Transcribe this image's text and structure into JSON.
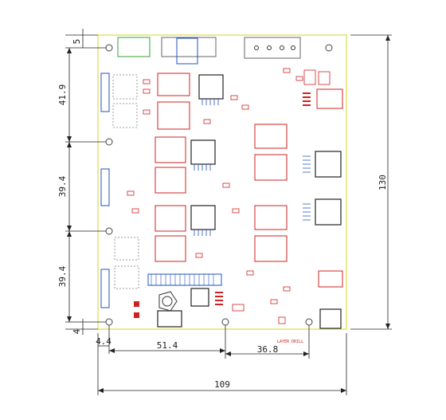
{
  "drawing": {
    "dimensions": {
      "top_offset": "5",
      "left_upper": "41.9",
      "left_middle": "39.4",
      "left_lower": "39.4",
      "bottom_left_offset": "4",
      "bottom_left_offset_h": "4.4",
      "holes_spacing_left": "51.4",
      "holes_spacing_right": "36.8",
      "overall_width": "109",
      "overall_height": "130"
    },
    "board_text": {
      "layer_label": "LAYER DRILL"
    },
    "colors": {
      "outline": "#e0e060",
      "copper": "#d02020",
      "silk": "#2050c0",
      "dimension": "#222222"
    }
  }
}
